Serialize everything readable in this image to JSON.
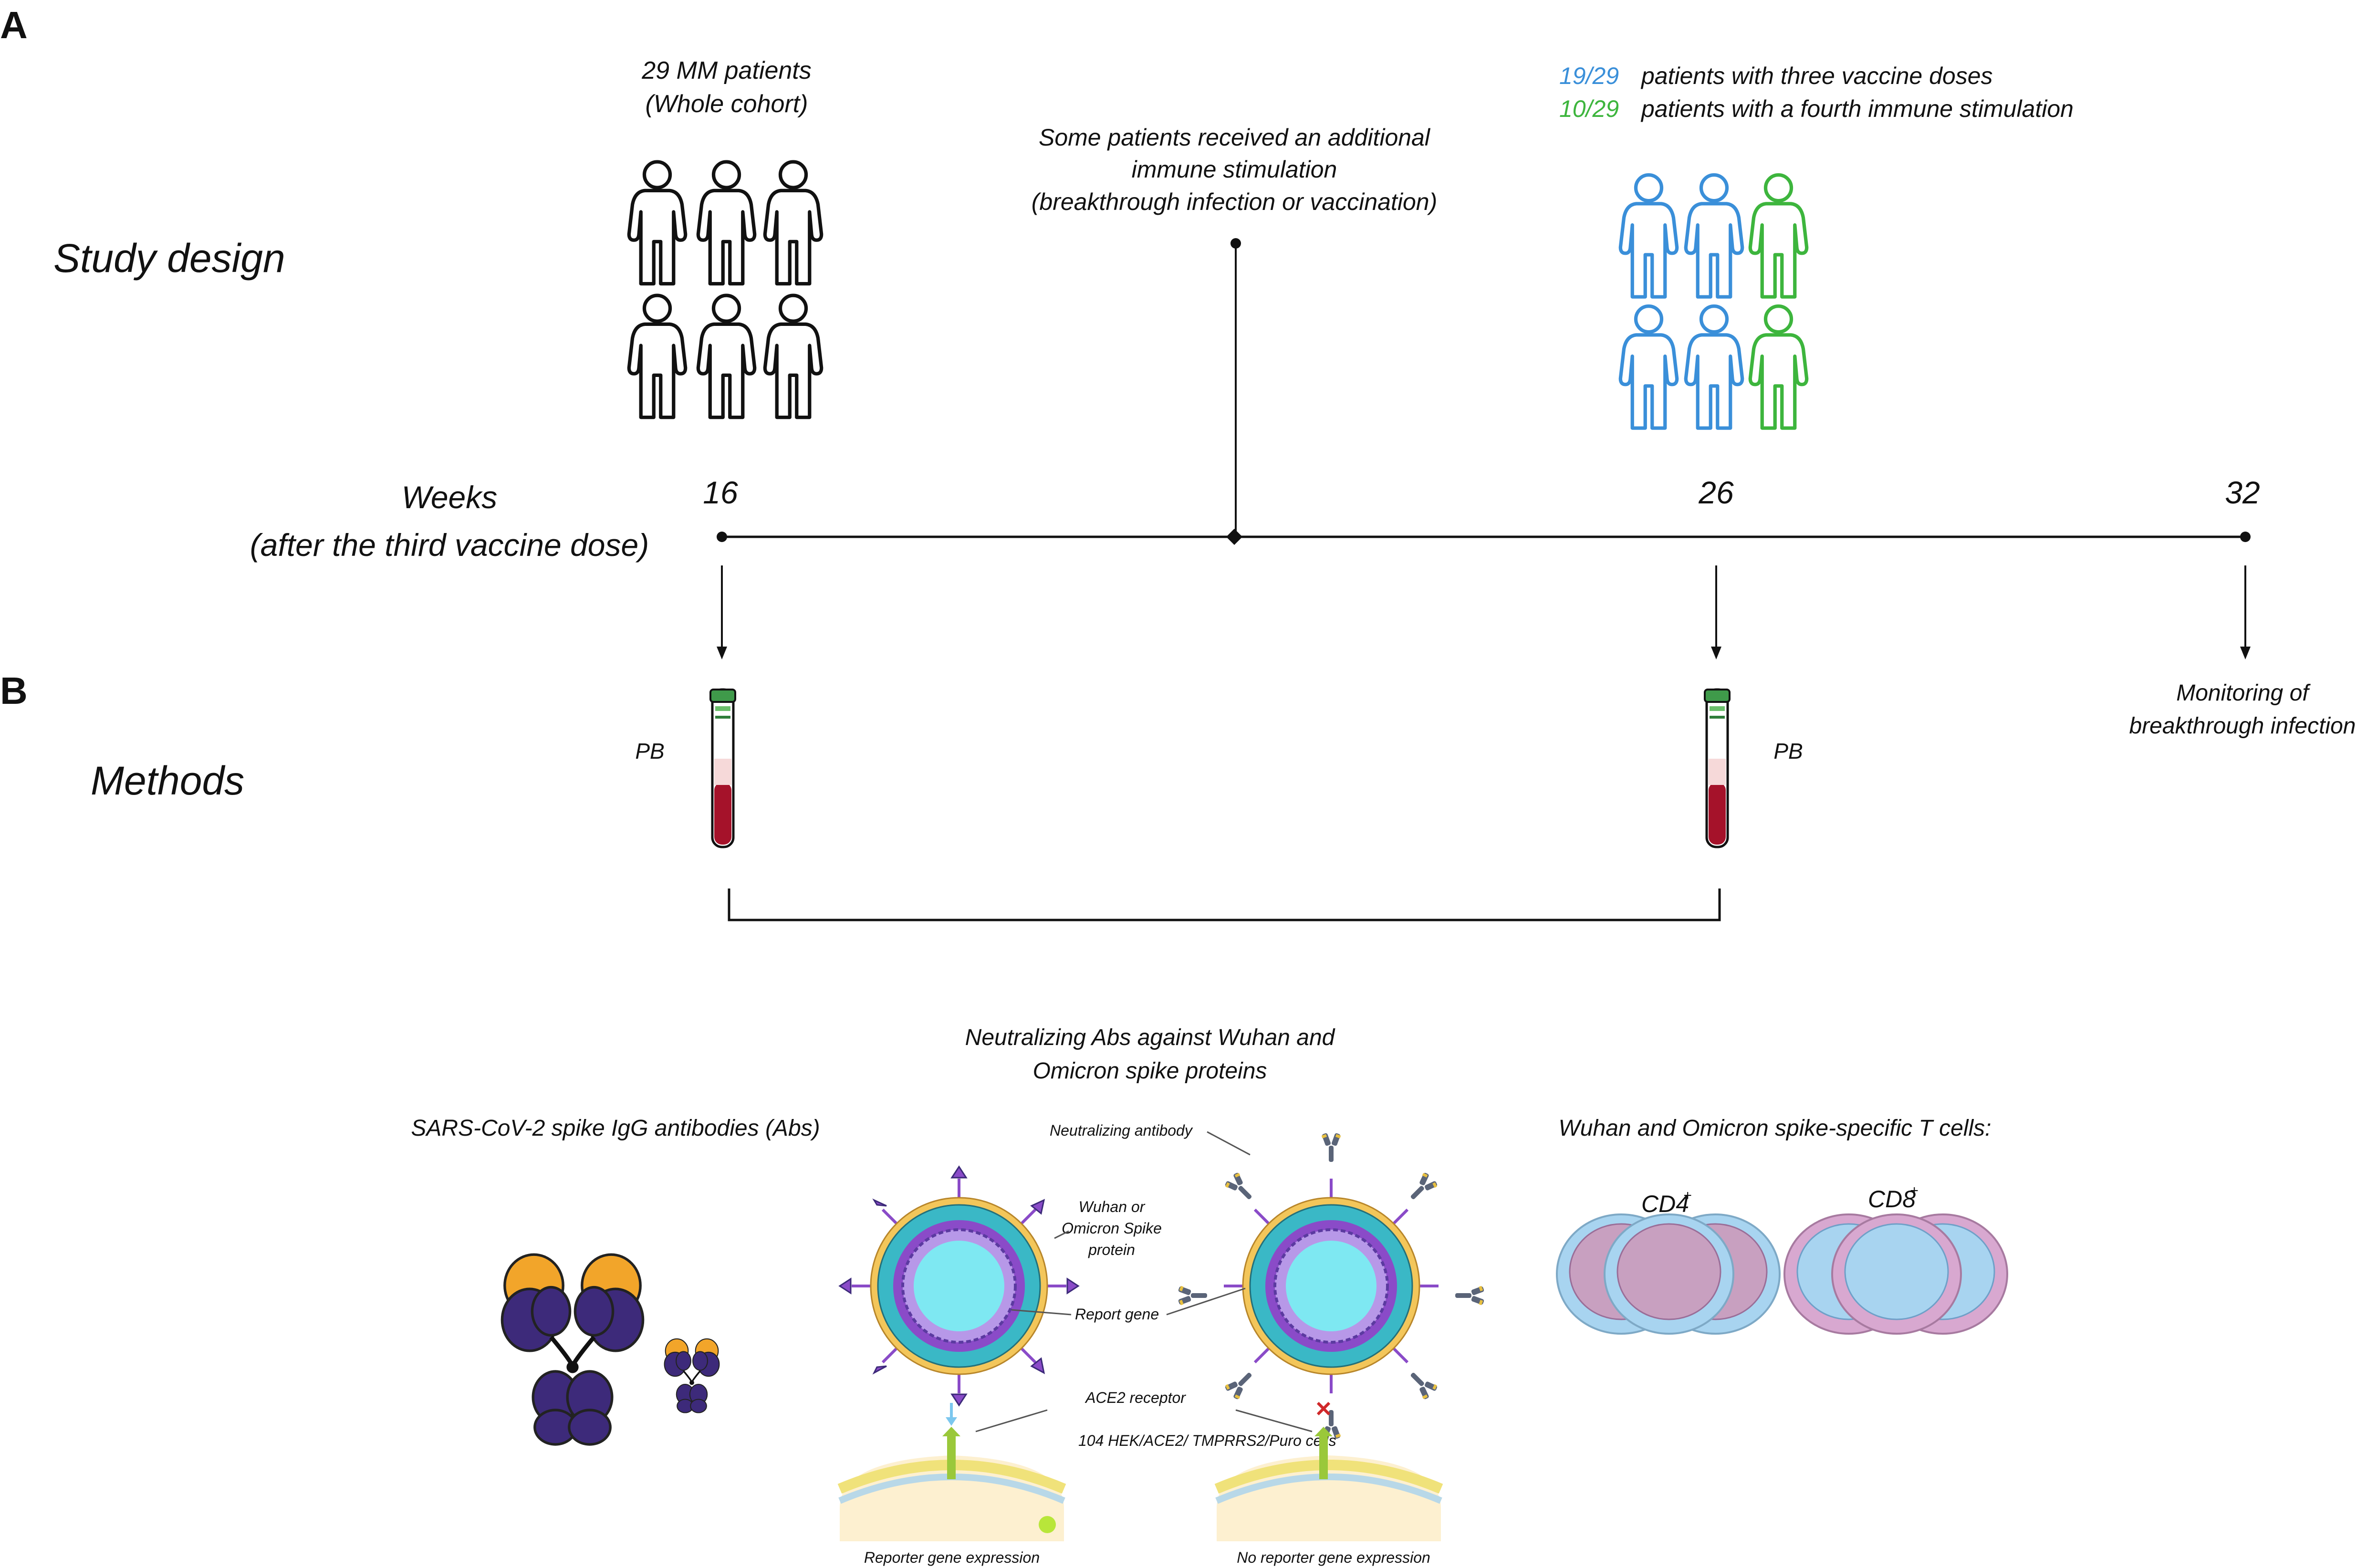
{
  "panels": {
    "a": "A",
    "b": "B"
  },
  "study": {
    "heading": "Study design",
    "cohort_line1": "29 MM patients",
    "cohort_line2": "(Whole cohort)",
    "stim_line1": "Some patients received an additional",
    "stim_line2": "immune stimulation",
    "stim_line3": "(breakthrough infection or vaccination)",
    "group1_count": "19/29",
    "group1_text": "patients with  three vaccine doses",
    "group2_count": "10/29",
    "group2_text": "patients with a fourth immune stimulation",
    "weeks_line1": "Weeks",
    "weeks_line2": "(after the third vaccine dose)",
    "week_16": "16",
    "week_26": "26",
    "week_32": "32"
  },
  "methods": {
    "heading": "Methods",
    "pb_left": "PB",
    "pb_right": "PB",
    "monitor_line1": "Monitoring of",
    "monitor_line2": "breakthrough infection",
    "igg_label": "SARS-CoV-2 spike IgG antibodies (Abs)",
    "nab_line1": "Neutralizing Abs against Wuhan and",
    "nab_line2": "Omicron spike proteins",
    "neutralizing_antibody": "Neutralizing antibody",
    "spike_line1": "Wuhan or",
    "spike_line2": "Omicron Spike",
    "spike_line3": "protein",
    "report_gene": "Report gene",
    "ace2_receptor": "ACE2 receptor",
    "cells": "104 HEK/ACE2/ TMPRRS2/Puro cells",
    "reporter_expr": "Reporter gene expression",
    "no_reporter_expr": "No reporter gene expression",
    "tcell_label": "Wuhan and Omicron spike-specific T cells:",
    "cd4": "CD4",
    "cd8": "CD8",
    "plus": "+"
  },
  "colors": {
    "blue": "#3a8fd9",
    "green": "#3db53d",
    "antibody_purple": "#3d2a7a",
    "antibody_orange": "#f2a52a",
    "blood_red": "#a5122a",
    "virus_cyan": "#7ee8f2",
    "virus_purple": "#8a4bc8",
    "cd4_pink": "#c8a0c0",
    "cd8_blue": "#a8d4f0"
  }
}
